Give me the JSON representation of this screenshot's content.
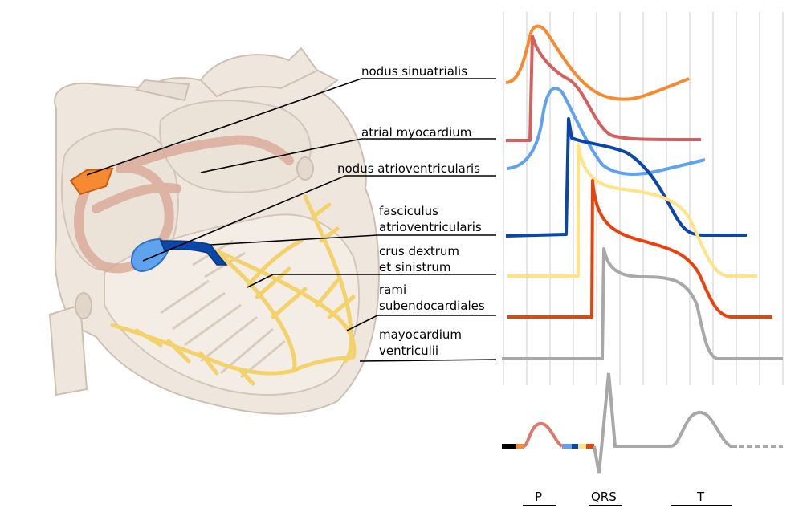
{
  "labels": {
    "nodus_sinuatrialis": "nodus sinuatrialis",
    "atrial_myocardium": "atrial myocardium",
    "nodus_atrioventricularis": "nodus atrioventricularis",
    "fasciculus_line1": "fasciculus",
    "fasciculus_line2": "atrioventricularis",
    "crus_line1": "crus dextrum",
    "crus_line2": "et sinistrum",
    "rami_line1": "rami",
    "rami_line2": "subendocardiales",
    "mayo_line1": "mayocardium",
    "mayo_line2": "ventriculii"
  },
  "ecg_waves": {
    "p": "P",
    "qrs": "QRS",
    "t": "T"
  },
  "colors": {
    "sa_node": "#f58a32",
    "atrial": "#d46060",
    "av_node": "#5fa3ee",
    "his_bundle": "#0b47a8",
    "bundle_branches": "#ffe385",
    "purkinje": "#e8420d",
    "ventricular": "#a8a8a8",
    "conduction_fibers": "#f3d26b",
    "heart_tissue": "#efe7dd"
  }
}
